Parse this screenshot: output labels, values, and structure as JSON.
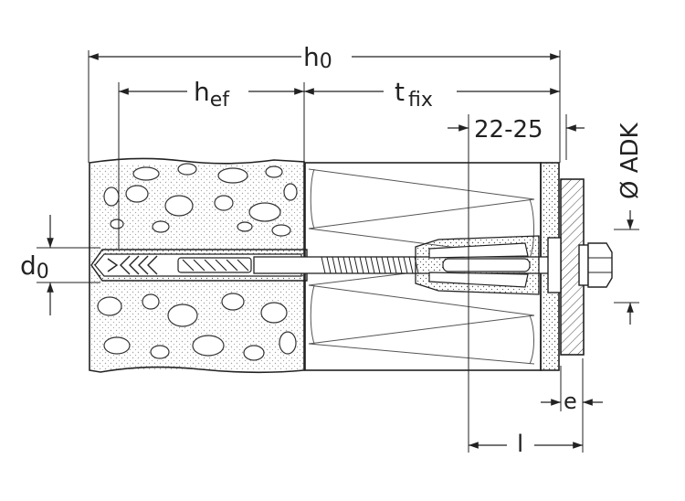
{
  "labels": {
    "h0_main": "h",
    "h0_sub": "0",
    "hef_main": "h",
    "hef_sub": "ef",
    "tfix_main": "t",
    "tfix_sub": "fix",
    "gap_22_25": "22-25",
    "diameter_adk": "Ø ADK",
    "d0_main": "d",
    "d0_sub": "0",
    "e": "e",
    "l": "l"
  },
  "colors": {
    "line": "#222222",
    "hatch": "#444444",
    "background": "#ffffff"
  }
}
